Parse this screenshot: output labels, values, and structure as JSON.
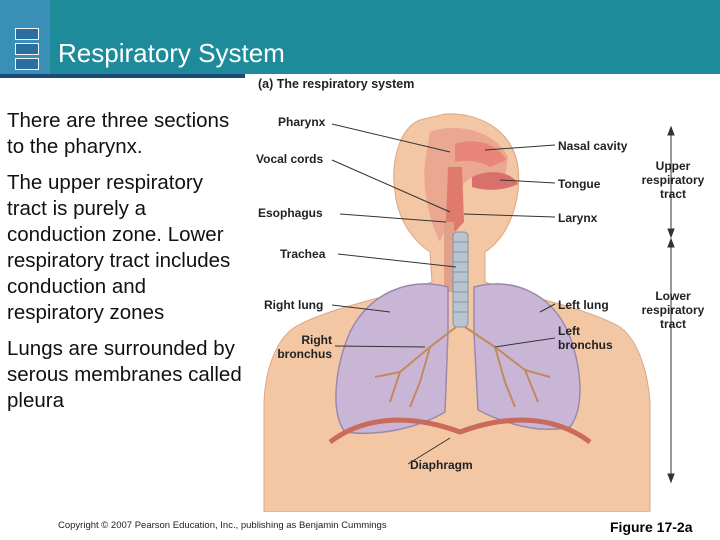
{
  "slide": {
    "title": "Respiratory System",
    "bullets": [
      "There are three sections to the pharynx.",
      "The upper respiratory tract is purely a conduction zone.  Lower respiratory tract includes conduction and respiratory zones",
      "Lungs are surrounded by serous membranes called pleura"
    ],
    "copyright": "Copyright © 2007 Pearson Education, Inc., publishing as Benjamin Cummings",
    "figure_label": "Figure 17-2a"
  },
  "diagram": {
    "title": "(a) The respiratory system",
    "labels": {
      "pharynx": "Pharynx",
      "vocal_cords": "Vocal cords",
      "esophagus": "Esophagus",
      "trachea": "Trachea",
      "right_lung": "Right lung",
      "right_bronchus_1": "Right",
      "right_bronchus_2": "bronchus",
      "nasal_cavity": "Nasal cavity",
      "tongue": "Tongue",
      "larynx": "Larynx",
      "left_lung": "Left lung",
      "left_bronchus_1": "Left",
      "left_bronchus_2": "bronchus",
      "diaphragm": "Diaphragm",
      "upper_tract_1": "Upper",
      "upper_tract_2": "respiratory",
      "upper_tract_3": "tract",
      "lower_tract_1": "Lower",
      "lower_tract_2": "respiratory",
      "lower_tract_3": "tract"
    }
  },
  "colors": {
    "header": "#1e8b9b",
    "skin": "#f3c7a4",
    "lung": "#c9b6d6",
    "airway": "#e8867a"
  }
}
